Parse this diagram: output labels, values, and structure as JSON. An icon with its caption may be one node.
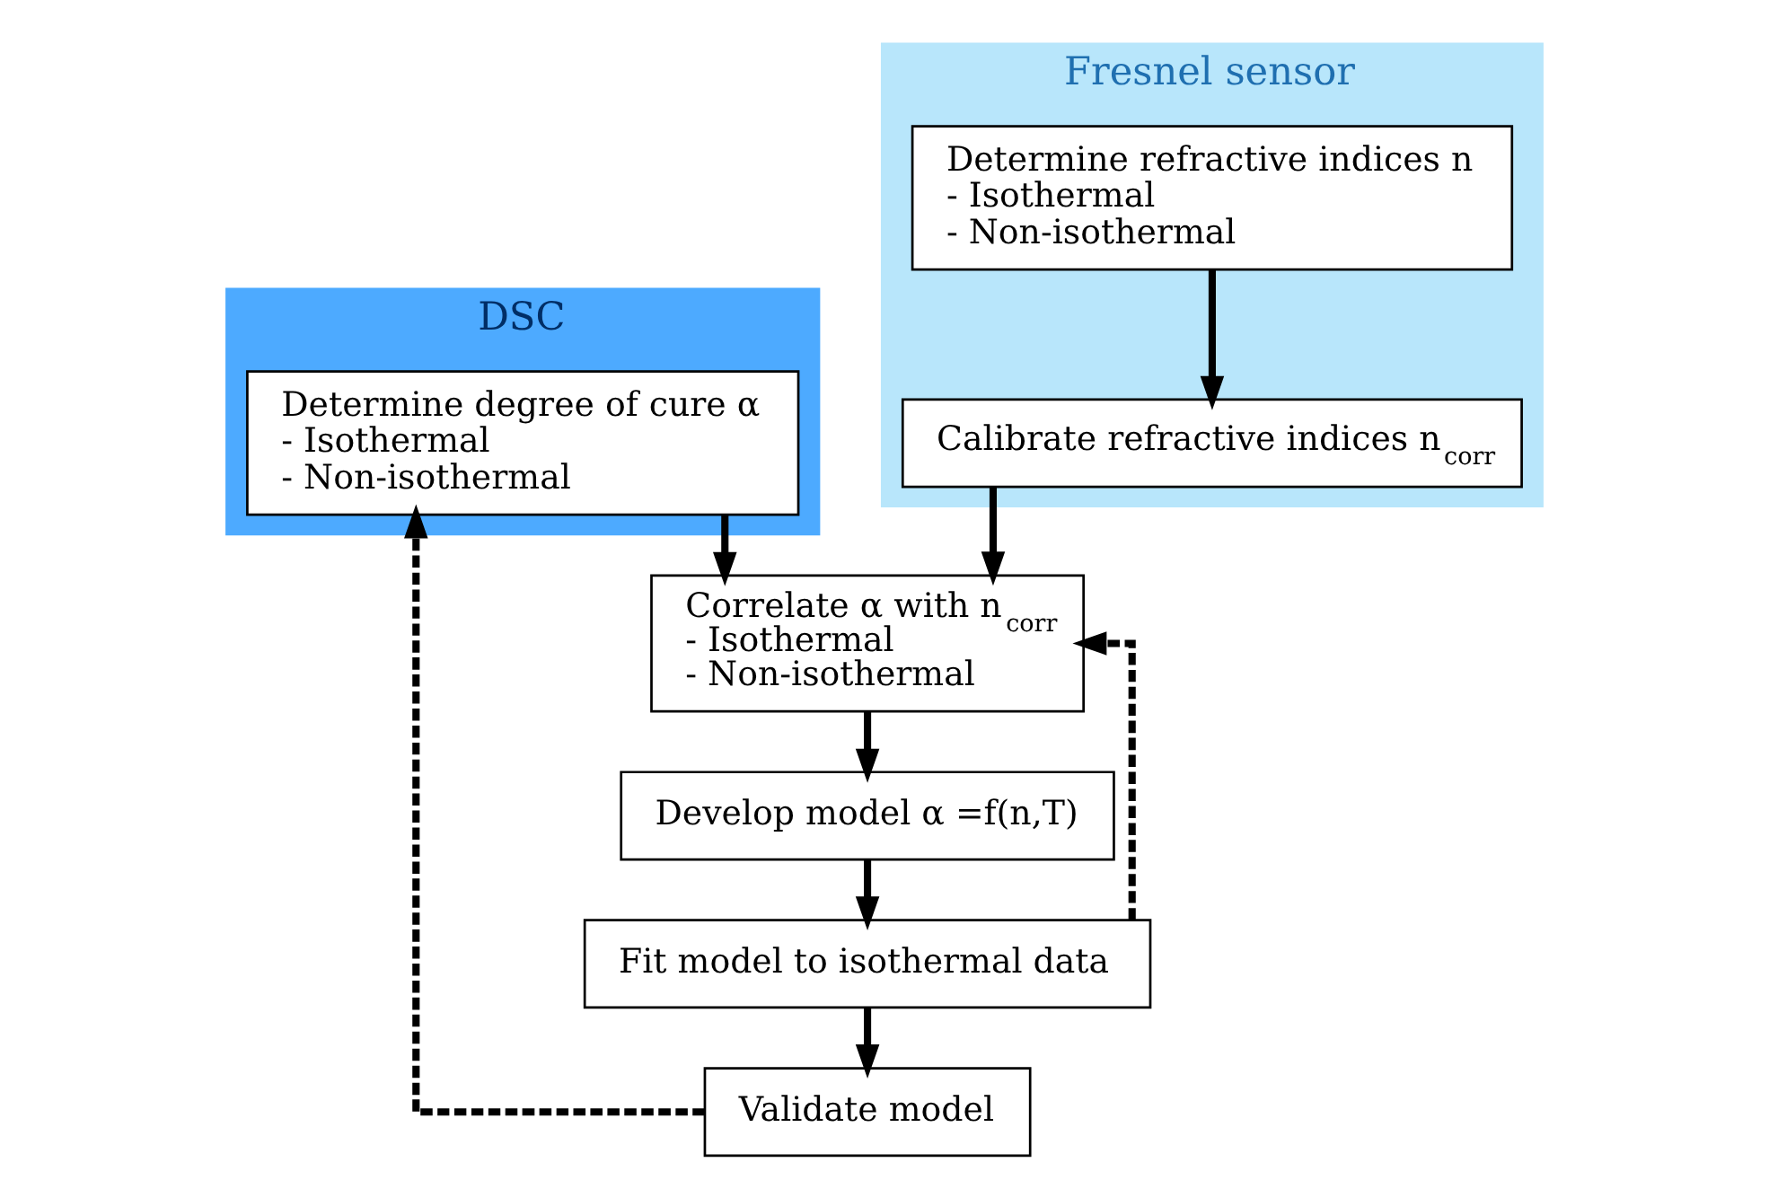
{
  "diagram": {
    "nodes": [
      {
        "text": [
          "DSC"
        ]
      },
      {
        "text": [
          "Determine degree of cure α",
          "- Isothermal",
          "- Non-isothermal"
        ],
        "in": 0
      },
      {
        "text": [
          "Fresnel sensor"
        ]
      },
      {
        "text": [
          "Determine refractive indices n",
          "- Isothermal",
          "- Non-isothermal"
        ],
        "in": 2
      },
      {
        "text": [
          "Calibrate refractive indices n$_{corr}$"
        ],
        "in": 2
      },
      {
        "text": [
          "Correlate α with n$_{corr}$",
          "- Isothermal",
          "- Non-isothermal"
        ]
      },
      {
        "text": [
          "Develop model α =f(n,T)"
        ]
      },
      {
        "text": [
          "Fit model to isothermal data"
        ]
      },
      {
        "text": [
          "Validate model"
        ]
      }
    ],
    "edges": [
      {
        "from": 3,
        "to": 4,
        "arrow": "to"
      },
      {
        "from": 1,
        "to": 5,
        "arrow": "to"
      },
      {
        "from": 4,
        "to": 5,
        "arrow": "to"
      },
      {
        "from": 5,
        "to": 6,
        "arrow": "to"
      },
      {
        "from": 6,
        "to": 7,
        "arrow": "to"
      },
      {
        "from": 7,
        "to": 8,
        "arrow": "to"
      },
      {
        "from": 7,
        "to": 5,
        "arrow": "to",
        "style": "dashed"
      },
      {
        "from": 8,
        "to": 1,
        "arrow": "to",
        "style": "dashed"
      }
    ]
  }
}
